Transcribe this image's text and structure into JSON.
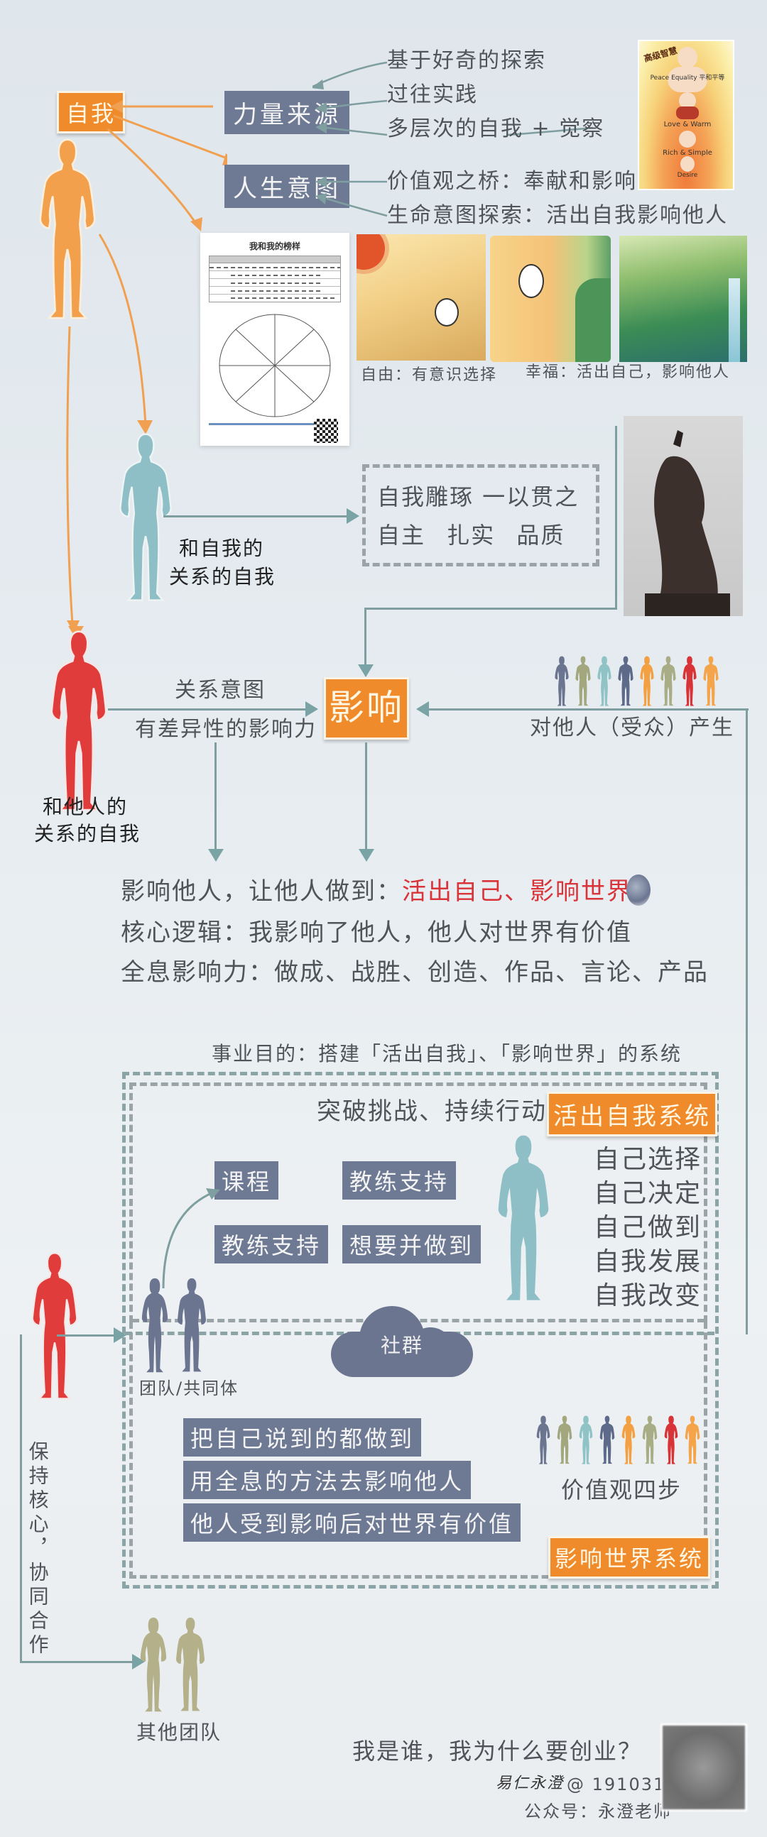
{
  "top": {
    "self_label": "自我",
    "power_source": {
      "label": "力量来源",
      "items": [
        "基于好奇的探索",
        "过往实践",
        "多层次的自我 + 觉察"
      ]
    },
    "life_intent": {
      "label": "人生意图",
      "items": [
        "价值观之桥：奉献和影响",
        "生命意图探索：活出自我影响他人"
      ]
    },
    "wisdom_image": {
      "title": "高级智慧",
      "levels": [
        "Peace Equality 平和平等",
        "Love & Warm",
        "Rich & Simple",
        "Desire"
      ]
    },
    "role_model_doc": {
      "title": "我和我的榜样"
    },
    "captions": {
      "freedom": "自由：有意识选择",
      "happiness": "幸福：活出自己，影响他人"
    }
  },
  "self_relation": {
    "label_line1": "和自我的",
    "label_line2": "关系的自我",
    "box_line1": "自我雕琢  一以贯之",
    "box_line2": "自主   扎实   品质"
  },
  "others_relation": {
    "label_line1": "和他人的",
    "label_line2": "关系的自我",
    "intent_label": "关系意图",
    "influence_label": "有差异性的影响力"
  },
  "influence": {
    "label": "影响",
    "audience_label": "对他人（受众）产生",
    "crowd_colors": [
      "#6b7590",
      "#a3a77e",
      "#8fc3c6",
      "#5d6a8a",
      "#f2a042",
      "#a8ad86",
      "#d83438",
      "#f4a54b"
    ]
  },
  "summary": {
    "line1_prefix": "影响他人，让他人做到：",
    "line1_highlight": "活出自己、影响世界",
    "line2": "核心逻辑：我影响了他人，他人对世界有价值",
    "line3": "全息影响力：做成、战胜、创造、作品、言论、产品",
    "highlight_color": "#d8343a"
  },
  "business": {
    "purpose": "事业目的：搭建「活出自我」、「影响世界」的系统",
    "live_self_system": {
      "tagline": "突破挑战、持续行动",
      "label": "活出自我系统",
      "tags": [
        "课程",
        "教练支持",
        "教练支持",
        "想要并做到"
      ],
      "steps": [
        "自己选择",
        "自己决定",
        "自己做到",
        "自我发展",
        "自我改变"
      ]
    },
    "community_label": "社群",
    "team_label": "团队/共同体",
    "influence_world_system": {
      "statements": [
        "把自己说到的都做到",
        "用全息的方法去影响他人",
        "他人受到影响后对世界有价值"
      ],
      "values_label": "价值观四步",
      "label": "影响世界系统"
    }
  },
  "collaboration": {
    "vertical_label": "保持核心，协同合作",
    "other_teams_label": "其他团队"
  },
  "footer": {
    "question": "我是谁，我为什么要创业？",
    "signature": "易仁永澄",
    "date": "@ 191031",
    "account": "公众号：永澄老师"
  }
}
